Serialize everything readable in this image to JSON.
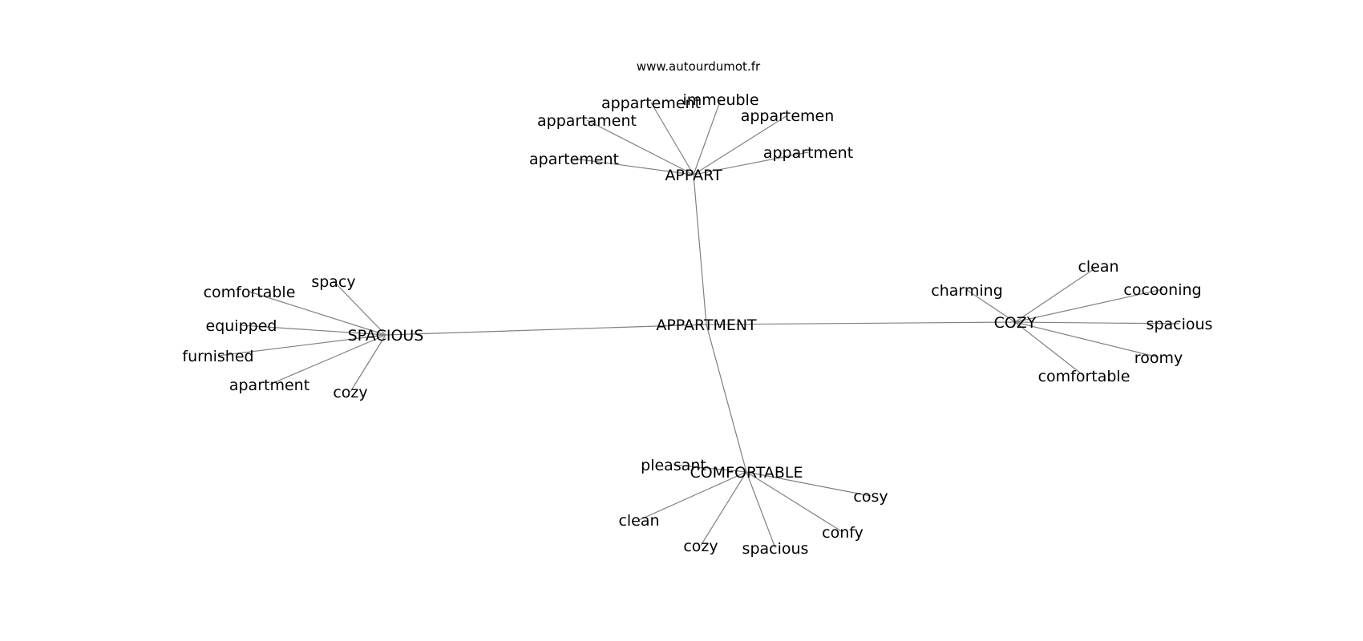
{
  "source": "www.autourdumot.fr",
  "center": "APPARTMENT",
  "clusters": [
    {
      "hub": "APPART",
      "leaves": [
        "apartement",
        "appartament",
        "appartement",
        "immeuble",
        "appartemen",
        "appartment"
      ]
    },
    {
      "hub": "SPACIOUS",
      "leaves": [
        "comfortable",
        "spacy",
        "equipped",
        "furnished",
        "apartment",
        "cozy"
      ]
    },
    {
      "hub": "COZY",
      "leaves": [
        "charming",
        "clean",
        "cocooning",
        "spacious",
        "roomy",
        "comfortable"
      ]
    },
    {
      "hub": "COMFORTABLE",
      "leaves": [
        "pleasant",
        "clean",
        "cozy",
        "spacious",
        "confy",
        "cosy"
      ]
    }
  ]
}
